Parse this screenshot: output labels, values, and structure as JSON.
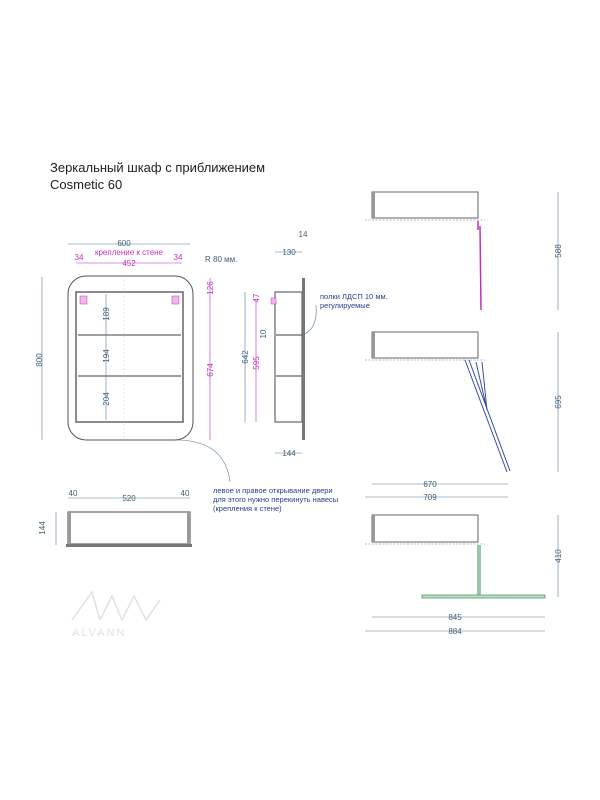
{
  "title": {
    "line1": "Зеркальный шкаф с приближением",
    "line2": "Cosmetic 60"
  },
  "front": {
    "width": "600",
    "mount_label": "крепление к стене",
    "left_offset": "34",
    "mount_span": "452",
    "right_offset": "34",
    "radius": "R 80 мм.",
    "height": "800",
    "shelf1": "189",
    "shelf2": "194",
    "shelf3": "204",
    "top_offset": "126",
    "mount_height": "674"
  },
  "side": {
    "top_depth": "14",
    "depth_130": "130",
    "h642": "642",
    "h595": "595",
    "h47": "47",
    "h10": "10",
    "bottom_depth": "144",
    "shelves_note_1": "полки ЛДСП 10 мм.",
    "shelves_note_2": "регулируемые"
  },
  "top": {
    "left": "40",
    "middle": "520",
    "right": "40",
    "depth": "144"
  },
  "door_note": {
    "line1": "левое и правое открывание двери",
    "line2": "для этого нужно перекинуть навесы",
    "line3": "(крепления к стене)"
  },
  "open_views": {
    "v1_h": "588",
    "v2_h": "695",
    "v2_w1": "670",
    "v2_w2": "709",
    "v3_h": "410",
    "v3_w1": "845",
    "v3_w2": "884"
  },
  "logo": {
    "mark": "AW",
    "text": "ALVANN"
  },
  "colors": {
    "dimension": "#3d5f7a",
    "mounting": "#c030c0",
    "note": "#2a3d8f",
    "door_open": "#3a4fa0",
    "door_flat": "#3a8a55"
  }
}
